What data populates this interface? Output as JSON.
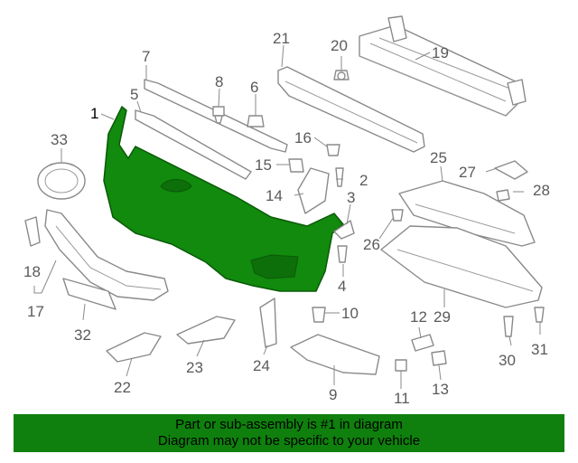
{
  "colors": {
    "highlight": "#118a0d",
    "outline": "#8a8a8a",
    "label": "#5a5a5a",
    "banner": "#0f800d"
  },
  "callouts": {
    "c1": "1",
    "c2": "2",
    "c3": "3",
    "c4": "4",
    "c5": "5",
    "c6": "6",
    "c7": "7",
    "c8": "8",
    "c9": "9",
    "c10": "10",
    "c11": "11",
    "c12": "12",
    "c13": "13",
    "c14": "14",
    "c15": "15",
    "c16": "16",
    "c17": "17",
    "c18": "18",
    "c19": "19",
    "c20": "20",
    "c21": "21",
    "c22": "22",
    "c23": "23",
    "c24": "24",
    "c25": "25",
    "c26": "26",
    "c27": "27",
    "c28": "28",
    "c29": "29",
    "c30": "30",
    "c31": "31",
    "c32": "32",
    "c33": "33"
  },
  "banner": {
    "line1": "Part or sub-assembly is #1 in diagram",
    "line2": "Diagram may not be specific to your vehicle"
  }
}
